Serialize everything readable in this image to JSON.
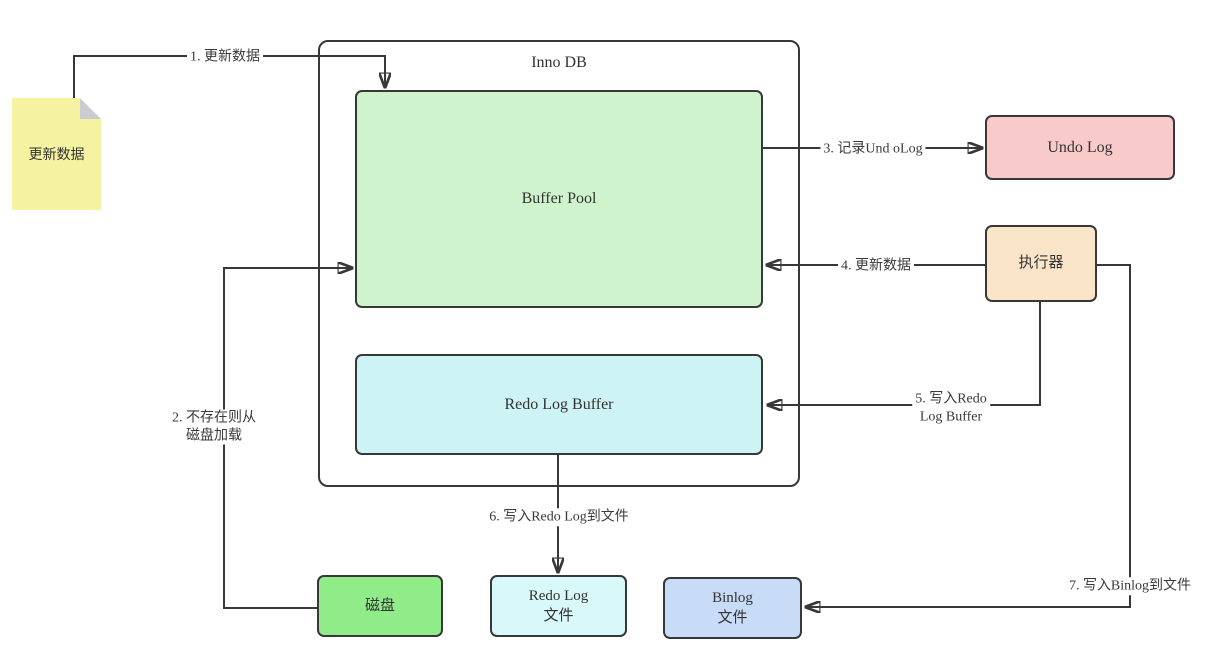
{
  "diagram": {
    "title": "Inno DB",
    "colors": {
      "background": "#ffffff",
      "line": "#383838",
      "border": "#383838",
      "text": "#333333"
    },
    "nodes": {
      "note": {
        "label": "更新数据",
        "fill": "#f5f2a1",
        "fold": "#c9ccd1"
      },
      "buffer_pool": {
        "label": "Buffer Pool",
        "fill": "#cff3cd"
      },
      "redo_log_buffer": {
        "label": "Redo Log Buffer",
        "fill": "#cdf3f5"
      },
      "undo_log": {
        "label": "Undo Log",
        "fill": "#f9caca"
      },
      "executor": {
        "label": "执行器",
        "fill": "#fbe5c8"
      },
      "disk": {
        "label": "磁盘",
        "fill": "#90ec88"
      },
      "redo_log_file": {
        "line1": "Redo Log",
        "line2": "文件",
        "fill": "#d9f8f9"
      },
      "binlog_file": {
        "line1": "Binlog",
        "line2": "文件",
        "fill": "#c9dcf7"
      }
    },
    "edges": {
      "e1": {
        "label": "1. 更新数据"
      },
      "e2": {
        "line1": "2. 不存在则从",
        "line2": "磁盘加载"
      },
      "e3": {
        "label": "3. 记录Und oLog"
      },
      "e4": {
        "label": "4. 更新数据"
      },
      "e5": {
        "line1": "5. 写入Redo",
        "line2": "Log Buffer"
      },
      "e6": {
        "label": "6. 写入Redo Log到文件"
      },
      "e7": {
        "label": "7. 写入Binlog到文件"
      }
    }
  }
}
